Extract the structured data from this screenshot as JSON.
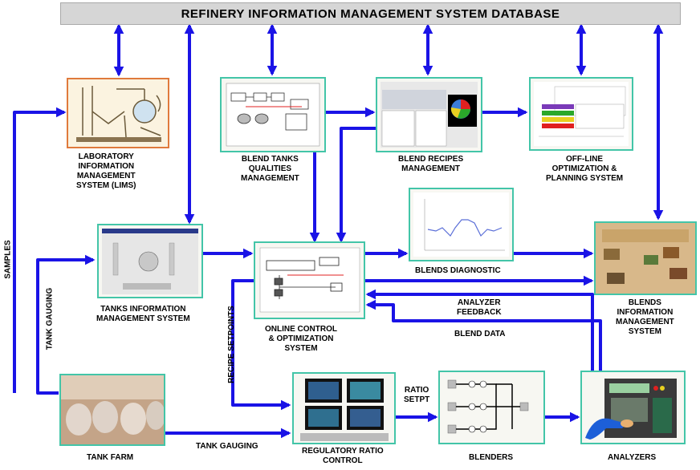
{
  "title": "REFINERY INFORMATION MANAGEMENT SYSTEM DATABASE",
  "nodes": {
    "lims": "LABORATORY\nINFORMATION\nMANAGEMENT\nSYSTEM (LIMS)",
    "blend_tanks": "BLEND TANKS\nQUALITIES\nMANAGEMENT",
    "blend_recipes": "BLEND RECIPES\nMANAGEMENT",
    "offline_opt": "OFF-LINE\nOPTIMIZATION &\nPLANNING SYSTEM",
    "tanks_info": "TANKS INFORMATION\nMANAGEMENT SYSTEM",
    "blends_diag": "BLENDS DIAGNOSTIC",
    "online_control": "ONLINE CONTROL\n& OPTIMIZATION\nSYSTEM",
    "blends_info": "BLENDS\nINFORMATION\nMANAGEMENT\nSYSTEM",
    "tank_farm": "TANK FARM",
    "reg_ratio": "REGULATORY RATIO\nCONTROL",
    "blenders": "BLENDERS",
    "analyzers": "ANALYZERS"
  },
  "flow_labels": {
    "samples": "SAMPLES",
    "tank_gauging_v": "TANK GAUGING",
    "tank_gauging_h": "TANK GAUGING",
    "recipe_setpoints": "RECIPE SETPOINTS",
    "ratio_setpt": "RATIO\nSETPT",
    "analyzer_feedback": "ANALYZER\nFEEDBACK",
    "blend_data": "BLEND DATA"
  },
  "colors": {
    "arrow": "#1a13e6",
    "box_border": "#43c5a8",
    "lims_border": "#e07a3c",
    "banner": "#d6d6d6"
  }
}
